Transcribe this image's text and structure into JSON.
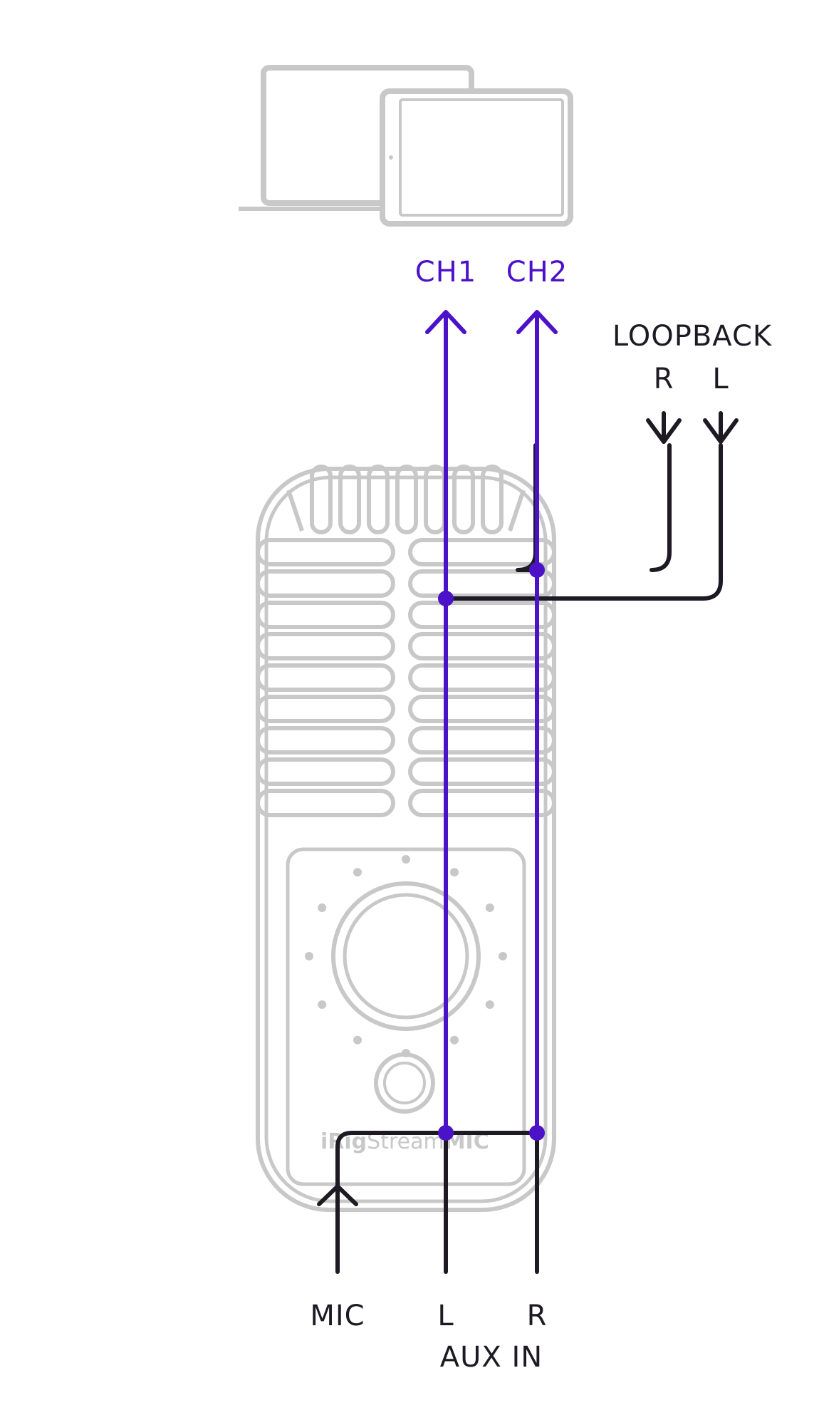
{
  "labels": {
    "ch1": "CH1",
    "ch2": "CH2",
    "loopback": "LOOPBACK",
    "loopback_r": "R",
    "loopback_l": "L",
    "mic": "MIC",
    "aux_l": "L",
    "aux_r": "R",
    "aux_in": "AUX IN"
  },
  "logo": {
    "i": "i",
    "rig": "Rig",
    "stream": "Stream",
    "mic": "MIC"
  },
  "colors": {
    "signal": "#4b12c8",
    "wire": "#1e1a24",
    "device": "#c8c8c8"
  },
  "icons": [
    "laptop-icon",
    "tablet-icon",
    "microphone-icon"
  ]
}
